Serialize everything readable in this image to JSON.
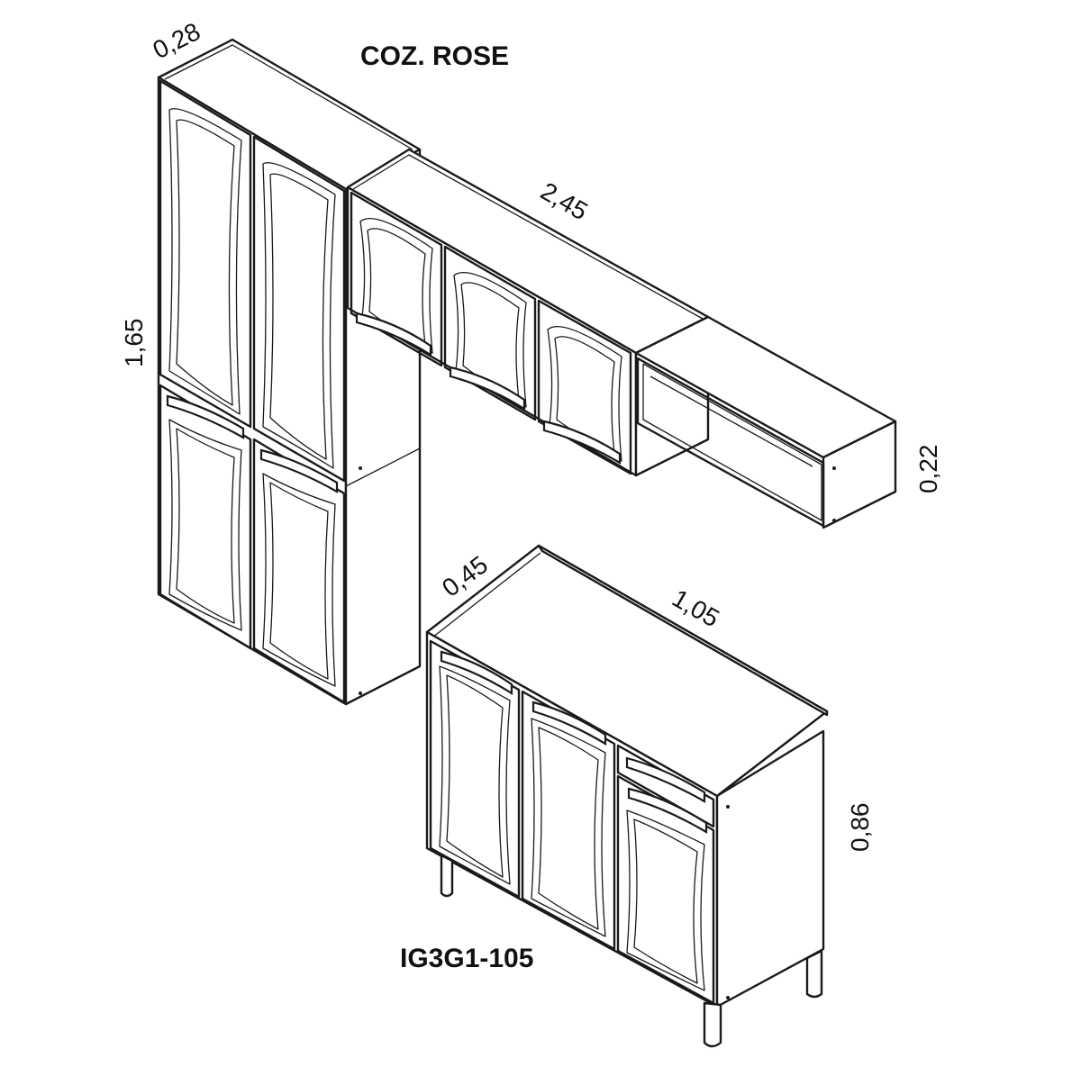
{
  "title_top": "COZ. ROSE",
  "title_bottom": "IG3G1-105",
  "dimensions": {
    "tall_depth": "0,28",
    "tall_height": "1,65",
    "upper_width": "2,45",
    "niche_height": "0,22",
    "base_depth": "0,45",
    "base_width": "1,05",
    "base_height": "0,86"
  },
  "colors": {
    "line": "#1a1a1a",
    "background": "#ffffff"
  }
}
